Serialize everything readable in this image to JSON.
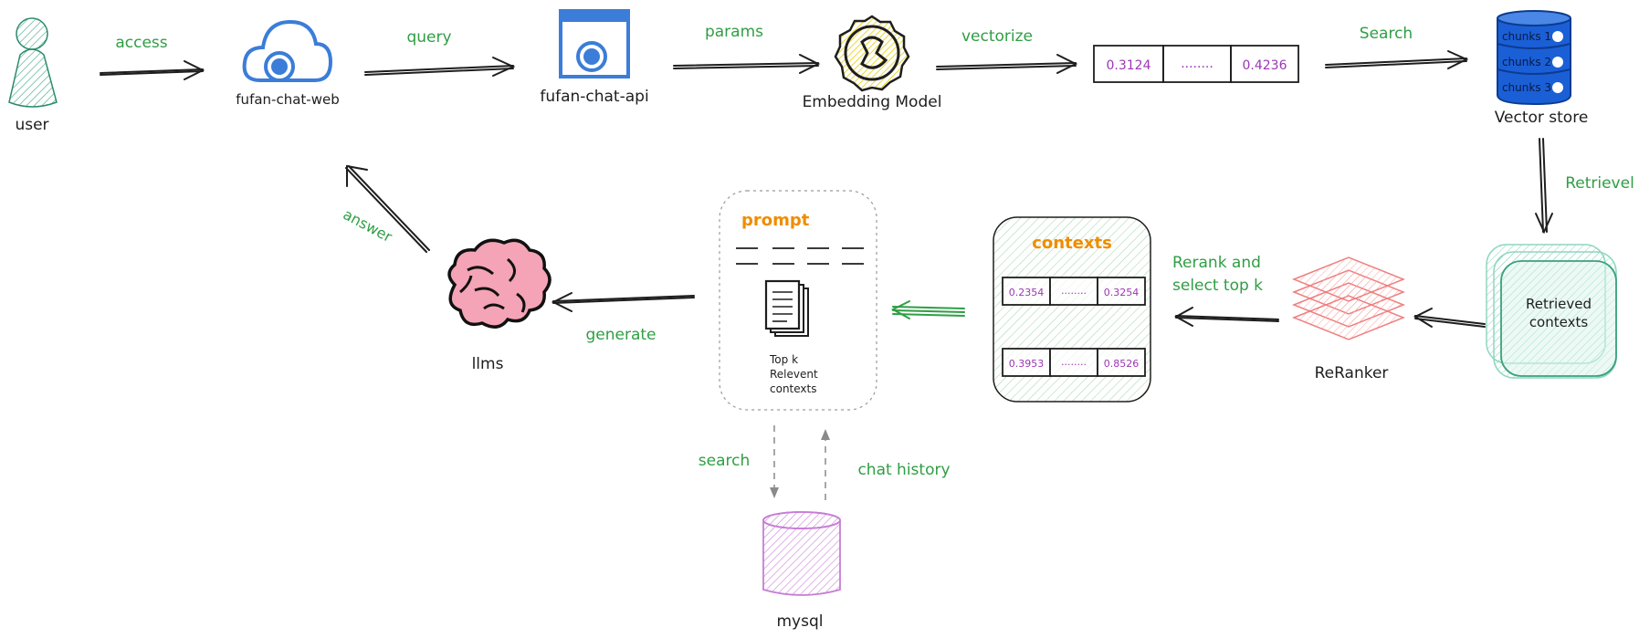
{
  "nodes": {
    "user": "user",
    "web": "fufan-chat-web",
    "api": "fufan-chat-api",
    "embedding": "Embedding Model",
    "vector_store": "Vector store",
    "chunks": [
      "chunks 1",
      "chunks 2",
      "chunks 3"
    ],
    "retrieved": [
      "Retrieved",
      "contexts"
    ],
    "reranker": "ReRanker",
    "contexts_title": "contexts",
    "prompt_title": "prompt",
    "prompt_doc_text": [
      "Top k",
      "Relevent",
      "contexts"
    ],
    "llms": "llms",
    "mysql": "mysql"
  },
  "vector": {
    "first": "0.3124",
    "middle": "........",
    "last": "0.4236"
  },
  "context_rows": [
    {
      "first": "0.2354",
      "middle": "........",
      "last": "0.3254"
    },
    {
      "first": "0.3953",
      "middle": "........",
      "last": "0.8526"
    }
  ],
  "edges": {
    "access": "access",
    "query": "query",
    "params": "params",
    "vectorize": "vectorize",
    "search_top": "Search",
    "retrievel": "Retrievel",
    "rerank": [
      "Rerank and",
      "select top k"
    ],
    "generate": "generate",
    "answer": "answer",
    "search_db": "search",
    "chat_history": "chat history"
  },
  "colors": {
    "edge_label": "#2f9e44",
    "orange_title": "#f08c00",
    "vector_text": "#9c36b5",
    "cloud_blue": "#3b7dd8",
    "db_blue": "#1a5fd6",
    "teal": "#38a37a",
    "pink": "#f4a4b6",
    "violet": "#c77dd6",
    "red_layers": "#f07f7f"
  }
}
